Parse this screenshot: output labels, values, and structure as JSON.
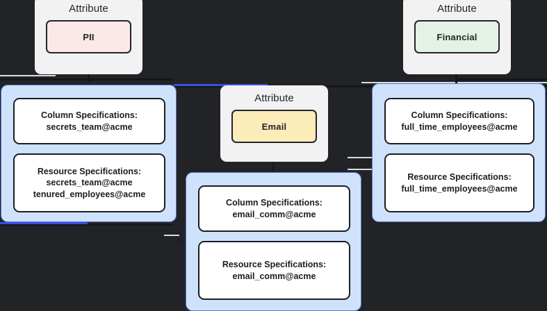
{
  "diagram": {
    "background_color": "#222327",
    "panel_fill": "#cfe2fb",
    "panel_border": "#5b79c4",
    "card_fill": "#ffffff",
    "card_border": "#1c1d21",
    "group_fill": "#f2f2f3",
    "edge_color": "#15161a",
    "edge_highlight_color": "#3b4fe0"
  },
  "attribute_groups": [
    {
      "id": "pii",
      "title": "Attribute",
      "chip_label": "PII",
      "chip_color": "#fbe9e7"
    },
    {
      "id": "financial",
      "title": "Attribute",
      "chip_label": "Financial",
      "chip_color": "#e4f2e6"
    },
    {
      "id": "email",
      "title": "Attribute",
      "chip_label": "Email",
      "chip_color": "#fcecb9"
    }
  ],
  "spec_panels": [
    {
      "id": "secrets-team",
      "cards": [
        {
          "id": "column-spec-secrets-team",
          "title": "Column Specifications:",
          "values": [
            "secrets_team@acme"
          ]
        },
        {
          "id": "resource-spec-secrets-team",
          "title": "Resource Specifications:",
          "values": [
            "secrets_team@acme",
            "tenured_employees@acme"
          ]
        }
      ]
    },
    {
      "id": "email-comm",
      "cards": [
        {
          "id": "column-spec-email-comm",
          "title": "Column Specifications:",
          "values": [
            "email_comm@acme"
          ]
        },
        {
          "id": "resource-spec-email-comm",
          "title": "Resource Specifications:",
          "values": [
            "email_comm@acme"
          ]
        }
      ]
    },
    {
      "id": "full-time-employees",
      "cards": [
        {
          "id": "column-spec-full-time-employees",
          "title": "Column Specifications:",
          "values": [
            "full_time_employees@acme"
          ]
        },
        {
          "id": "resource-spec-full-time-employees",
          "title": "Resource Specifications:",
          "values": [
            "full_time_employees@acme"
          ]
        }
      ]
    }
  ],
  "markers": {
    "arrow_right": "›"
  }
}
